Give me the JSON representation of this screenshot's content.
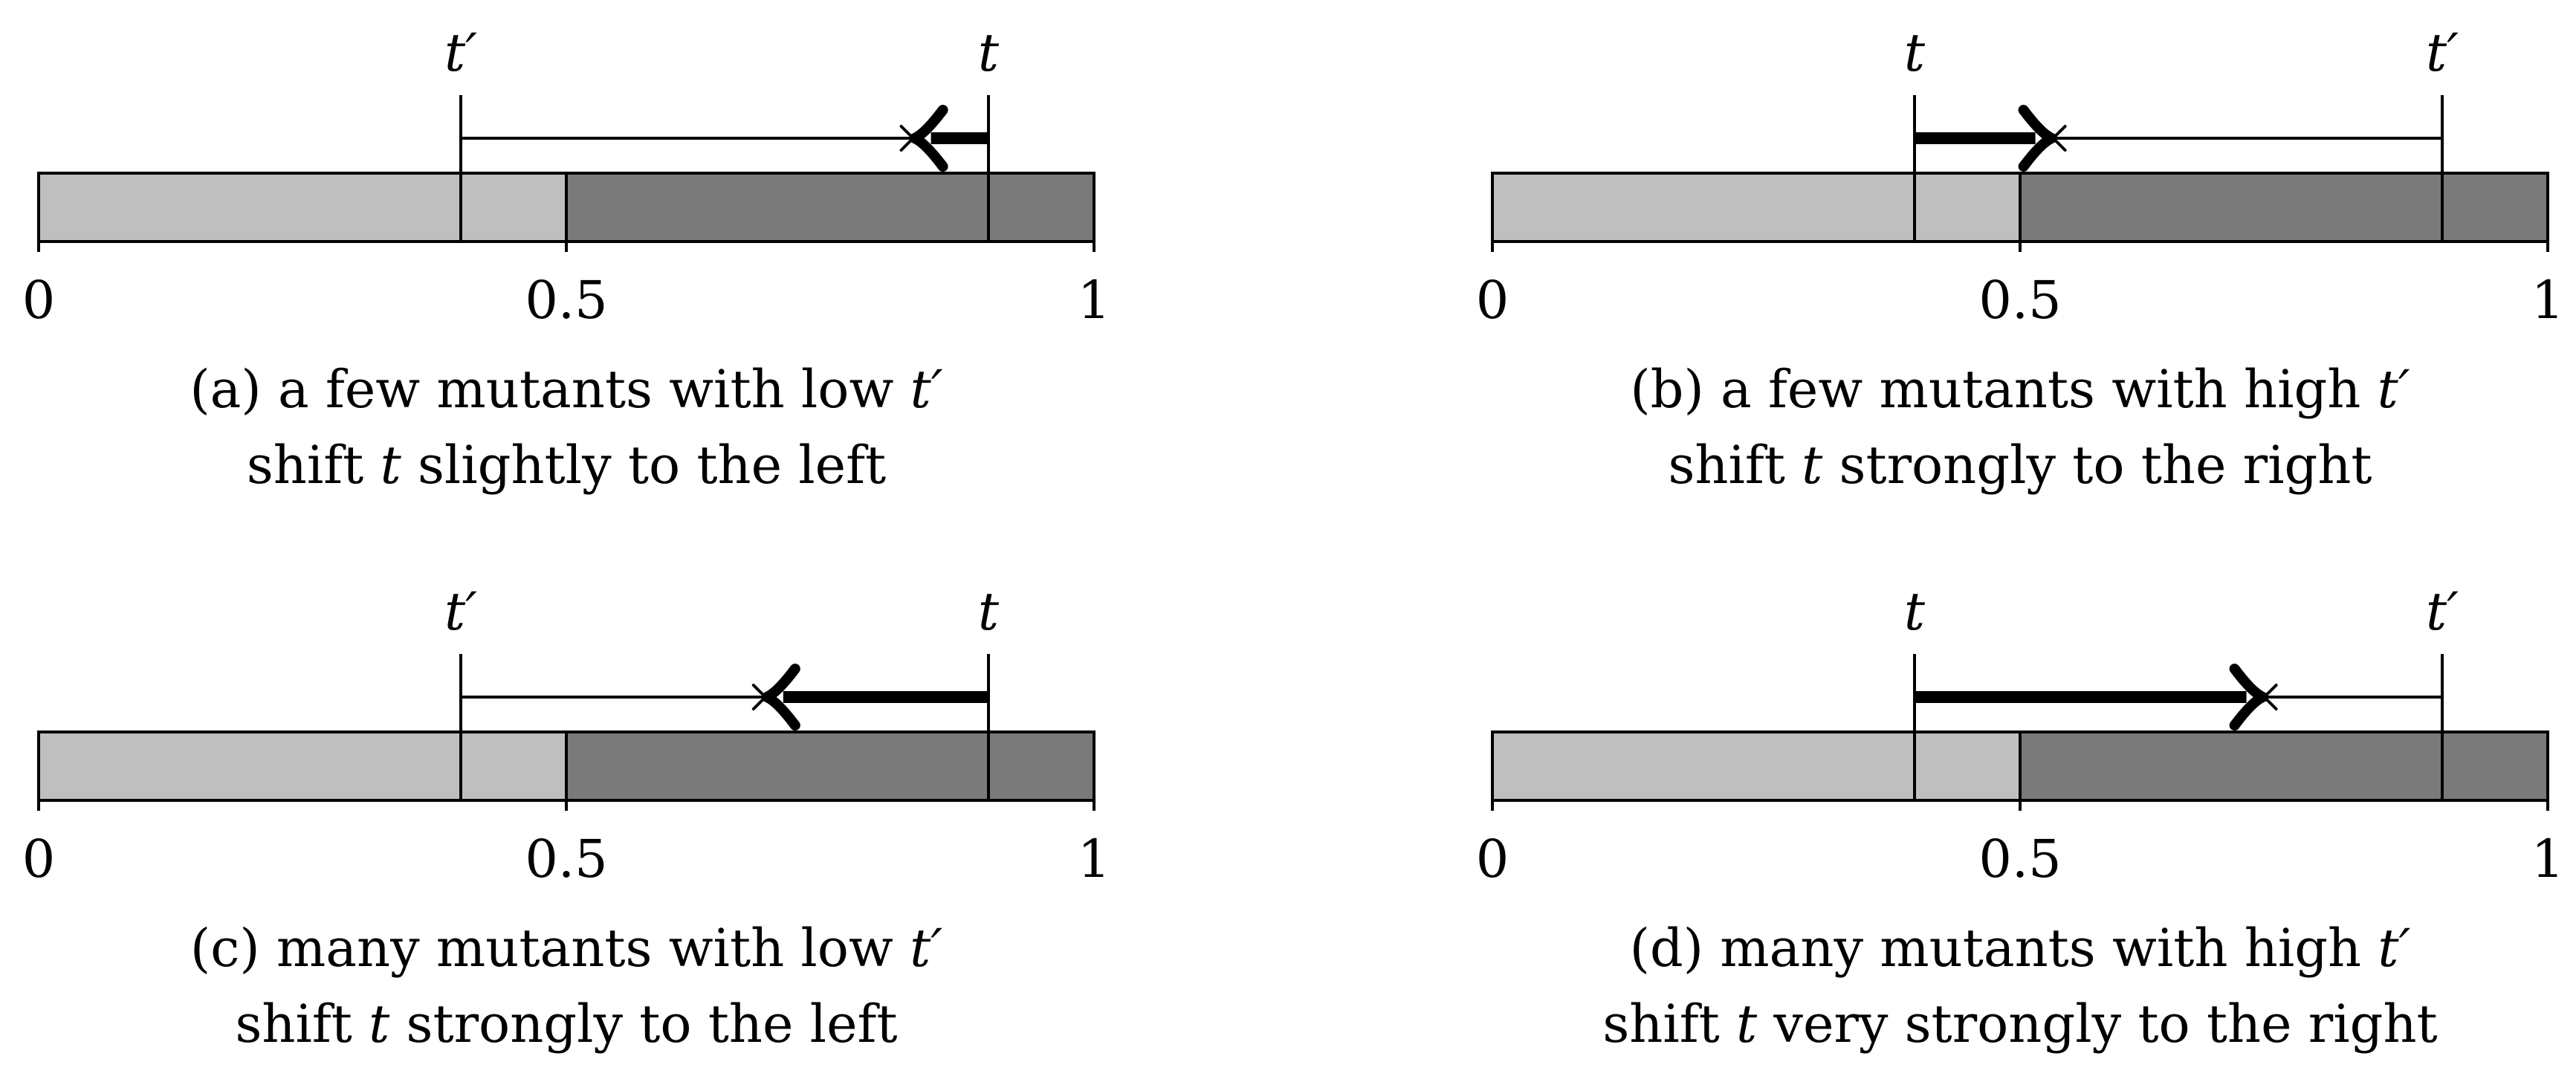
{
  "colors": {
    "light": "#bfbfbf",
    "dark": "#7a7a7a",
    "stroke": "#000000"
  },
  "panels": [
    {
      "id": "a",
      "t_prime": 0.4,
      "t": 0.9,
      "threshold": 0.5,
      "arrow_tip": 0.83,
      "labels": {
        "t_prime": "t′",
        "t": "t"
      },
      "ticks": [
        "0",
        "0.5",
        "1"
      ],
      "caption_line1": {
        "pre": "(a) a few mutants with low ",
        "var": "t′"
      },
      "caption_line2": {
        "pre": "shift ",
        "var": "t",
        "post": " slightly to the left"
      }
    },
    {
      "id": "b",
      "t_prime": 0.9,
      "t": 0.4,
      "threshold": 0.5,
      "arrow_tip": 0.53,
      "labels": {
        "t_prime": "t′",
        "t": "t"
      },
      "ticks": [
        "0",
        "0.5",
        "1"
      ],
      "caption_line1": {
        "pre": "(b) a few mutants with high ",
        "var": "t′"
      },
      "caption_line2": {
        "pre": "shift ",
        "var": "t",
        "post": " strongly to the right"
      }
    },
    {
      "id": "c",
      "t_prime": 0.4,
      "t": 0.9,
      "threshold": 0.5,
      "arrow_tip": 0.69,
      "labels": {
        "t_prime": "t′",
        "t": "t"
      },
      "ticks": [
        "0",
        "0.5",
        "1"
      ],
      "caption_line1": {
        "pre": "(c) many mutants with low ",
        "var": "t′"
      },
      "caption_line2": {
        "pre": "shift ",
        "var": "t",
        "post": " strongly to the left"
      }
    },
    {
      "id": "d",
      "t_prime": 0.9,
      "t": 0.4,
      "threshold": 0.5,
      "arrow_tip": 0.73,
      "labels": {
        "t_prime": "t′",
        "t": "t"
      },
      "ticks": [
        "0",
        "0.5",
        "1"
      ],
      "caption_line1": {
        "pre": "(d) many mutants with high ",
        "var": "t′"
      },
      "caption_line2": {
        "pre": "shift ",
        "var": "t",
        "post": " very strongly to the right"
      }
    }
  ]
}
